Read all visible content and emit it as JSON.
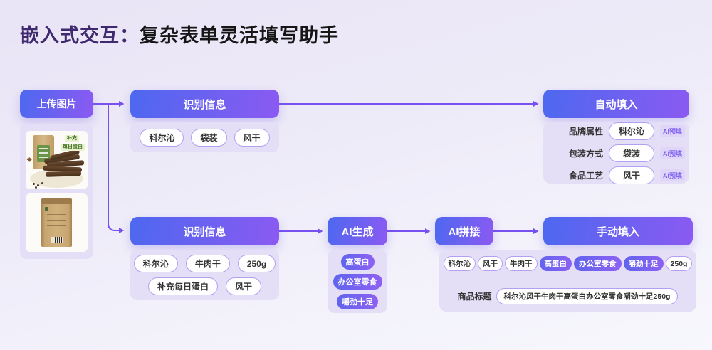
{
  "title": {
    "highlight": "嵌入式交互：",
    "rest": "复杂表单灵活填写助手"
  },
  "upload_button": "上传图片",
  "product_card": {
    "image1_caption_line1": "补充",
    "image1_caption_line2": "每日蛋白"
  },
  "top_flow": {
    "recognize_title": "识别信息",
    "recognize_tags": [
      "科尔沁",
      "袋装",
      "风干"
    ],
    "autofill_title": "自动填入",
    "autofill_fields": [
      {
        "label": "品牌属性",
        "value": "科尔沁",
        "badge": "AI预填"
      },
      {
        "label": "包装方式",
        "value": "袋装",
        "badge": "AI预填"
      },
      {
        "label": "食品工艺",
        "value": "风干",
        "badge": "AI预填"
      }
    ]
  },
  "bottom_flow": {
    "recognize_title": "识别信息",
    "recognize_tags_row1": [
      "科尔沁",
      "牛肉干",
      "250g"
    ],
    "recognize_tags_row2": [
      "补充每日蛋白",
      "风干"
    ],
    "ai_generate_title": "AI生成",
    "ai_generate_tags": [
      "高蛋白",
      "办公室零食",
      "嚼劲十足"
    ],
    "ai_join_title": "AI拼接",
    "manual_title": "手动填入",
    "merge_tags_plain": [
      "科尔沁",
      "风干",
      "牛肉干"
    ],
    "merge_tags_filled": [
      "高蛋白",
      "办公室零食",
      "嚼劲十足"
    ],
    "merge_tag_last": "250g",
    "result_label": "商品标题",
    "result_value": "科尔沁风干牛肉干高蛋白办公室零食嚼劲十足250g"
  },
  "colors": {
    "accent_gradient_start": "#4d68ef",
    "accent_gradient_end": "#8b5af2",
    "connector": "#7852f0",
    "panel": "#e4def6",
    "title_highlight": "#3f2a70"
  }
}
